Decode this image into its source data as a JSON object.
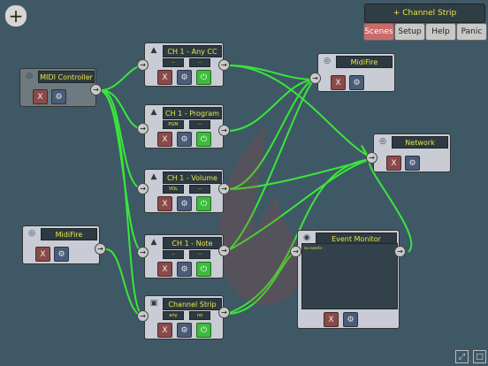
{
  "toolbar": {
    "add_symbol": "+",
    "channel_strip_label": "+ Channel Strip",
    "scenes_label": "Scenes",
    "setup_label": "Setup",
    "help_label": "Help",
    "panic_label": "Panic"
  },
  "colors": {
    "background": "#3f5866",
    "wire": "#39e639",
    "title_text": "#e8e54a",
    "remove_button": "#8b4a4a",
    "power_on": "#3dbb3d"
  },
  "nodes": {
    "midi_controller": {
      "title": "MIDI Controller",
      "remove": "X",
      "icon": "midi-port-icon"
    },
    "midifire_in": {
      "title": "MidiFire",
      "remove": "X",
      "icon": "midi-port-icon"
    },
    "ch1_any_cc": {
      "title": "CH 1 - Any CC",
      "field1": "--",
      "field2": "--",
      "remove": "X",
      "icon": "filter-icon"
    },
    "ch1_program": {
      "title": "CH 1 - Program",
      "field1": "PGM",
      "field2": "--",
      "remove": "X",
      "icon": "filter-icon"
    },
    "ch1_volume": {
      "title": "CH 1 - Volume",
      "field1": "VOL",
      "field2": "--",
      "remove": "X",
      "icon": "filter-icon"
    },
    "ch1_note": {
      "title": "CH 1 - Note",
      "field1": "--",
      "field2": "--",
      "remove": "X",
      "icon": "filter-icon"
    },
    "channel_strip": {
      "title": "Channel Strip",
      "field1": "any",
      "field2": "no",
      "remove": "X",
      "icon": "tv-icon"
    },
    "midifire_out": {
      "title": "MidiFire",
      "remove": "X",
      "icon": "midi-port-icon"
    },
    "network": {
      "title": "Network",
      "remove": "X",
      "icon": "midi-port-icon"
    },
    "event_monitor": {
      "title": "Event Monitor",
      "log_text": "no events -",
      "remove": "X",
      "icon": "monitor-icon"
    }
  },
  "port_arrow": "→",
  "footer": {
    "fullscreen_symbol": "⤢",
    "window_symbol": "□"
  }
}
